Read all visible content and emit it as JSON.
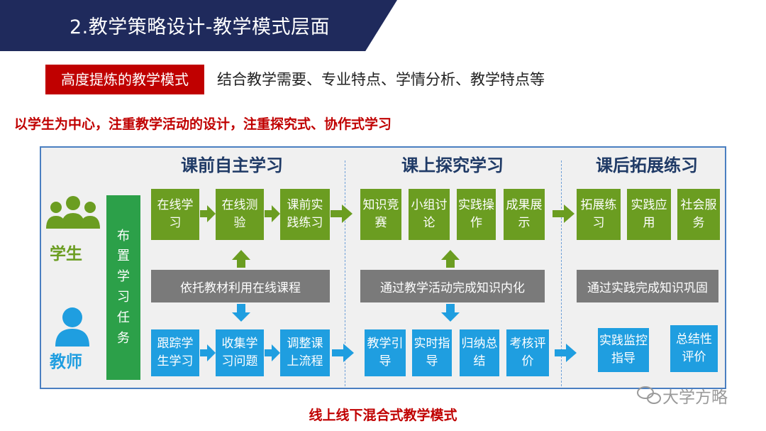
{
  "header": {
    "title": "2.教学策略设计-教学模式层面"
  },
  "mode_tag": {
    "label": "高度提炼的教学模式",
    "description": "结合教学需要、专业特点、学情分析、教学特点等"
  },
  "principle": "以学生为中心，注重教学活动的设计，注重探究式、协作式学习",
  "roles": {
    "student": "学生",
    "teacher": "教师"
  },
  "task_bar": "布置学习任务",
  "sections": [
    {
      "title": "课前自主学习",
      "student": [
        "在线学习",
        "在线测验",
        "课前实践练习"
      ],
      "bar": "依托教材利用在线课程",
      "teacher": [
        "跟踪学生学习",
        "收集学习问题",
        "调整课上流程"
      ]
    },
    {
      "title": "课上探究学习",
      "student": [
        "知识竞赛",
        "小组讨论",
        "实践操作",
        "成果展示"
      ],
      "bar": "通过教学活动完成知识内化",
      "teacher": [
        "教学引导",
        "实时指导",
        "归纳总结",
        "考核评价"
      ]
    },
    {
      "title": "课后拓展练习",
      "student": [
        "拓展练习",
        "实践应用",
        "社会服务"
      ],
      "bar": "通过实践完成知识巩固",
      "teacher": [
        "实践监控指导",
        "总结性评价"
      ]
    }
  ],
  "footer": "线上线下混合式教学模式",
  "watermark": "大学方略",
  "colors": {
    "green": "#6b9d21",
    "blue": "#1f9ee0",
    "gray": "#7a7a7a",
    "red": "#c00000",
    "navy": "#1f2a5c"
  }
}
